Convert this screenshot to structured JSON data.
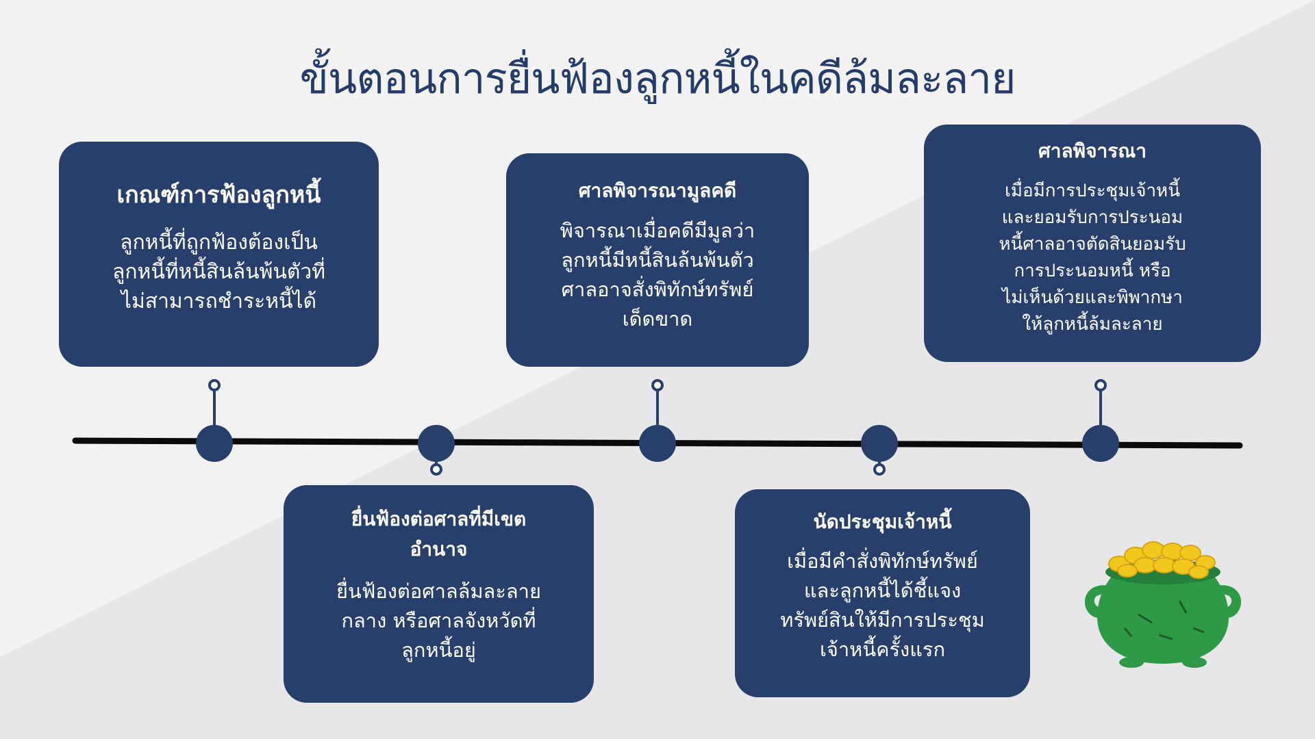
{
  "title": "ขั้นตอนการยื่นฟ้องลูกหนี้ในคดีล้มละลาย",
  "colors": {
    "background": "#f2f2f3",
    "background_shade": "#e7e7e9",
    "card": "#283f6c",
    "title": "#233c6b",
    "timeline": "#0b0b0b",
    "node": "#283f6c",
    "pot_body": "#2e9a48",
    "coin": "#f2c81e"
  },
  "steps": {
    "step1": {
      "heading": "เกณฑ์การฟ้องลูกหนี้",
      "body": "ลูกหนี้ที่ถูกฟ้องต้องเป็น\nลูกหนี้ที่หนี้สินล้นพ้นตัวที่\nไม่สามารถชำระหนี้ได้"
    },
    "step2": {
      "heading": "ยื่นฟ้องต่อศาลที่มีเขต\nอำนาจ",
      "body": "ยื่นฟ้องต่อศาลล้มละลาย\nกลาง หรือศาลจังหวัดที่\nลูกหนี้อยู่"
    },
    "step3": {
      "heading": "ศาลพิจารณามูลคดี",
      "body": "พิจารณาเมื่อคดีมีมูลว่า\nลูกหนี้มีหนี้สินล้นพ้นตัว\nศาลอาจสั่งพิทักษ์ทรัพย์\nเด็ดขาด"
    },
    "step4": {
      "heading": "นัดประชุมเจ้าหนี้",
      "body": "เมื่อมีคำสั่งพิทักษ์ทรัพย์\nและลูกหนี้ได้ชี้แจง\nทรัพย์สินให้มีการประชุม\nเจ้าหนี้ครั้งแรก"
    },
    "step5": {
      "heading": "ศาลพิจารณา",
      "body": "เมื่อมีการประชุมเจ้าหนี้\nและยอมรับการประนอม\nหนี้ศาลอาจตัดสินยอมรับ\nการประนอมหนี้  หรือ\nไม่เห็นด้วยและพิพากษา\nให้ลูกหนี้ล้มละลาย"
    }
  },
  "decoration": {
    "icon": "pot-of-gold-icon"
  }
}
